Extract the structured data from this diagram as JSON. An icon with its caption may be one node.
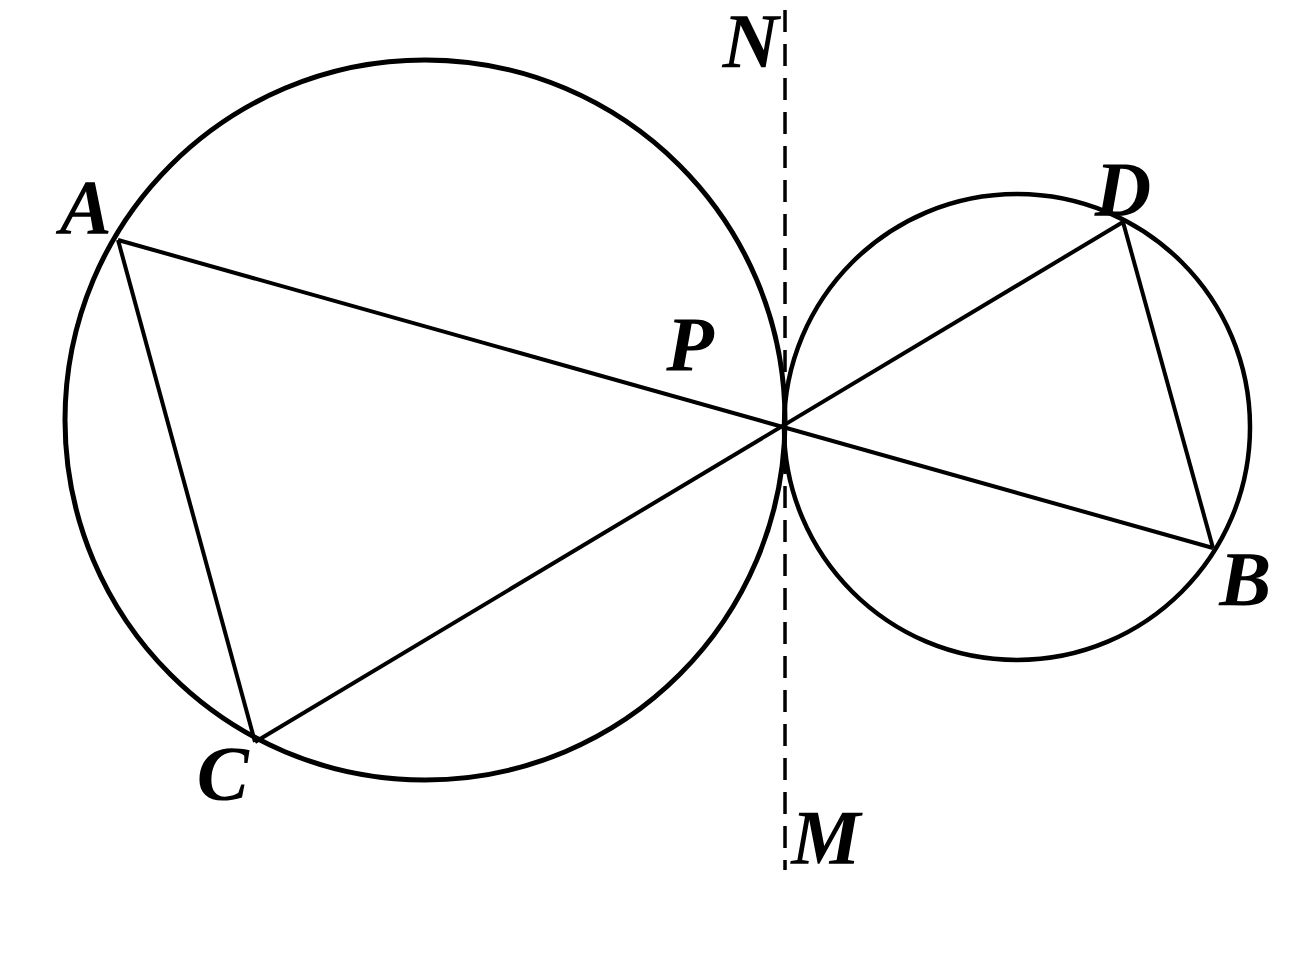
{
  "diagram": {
    "nodes": [
      {
        "text": [
          "A"
        ]
      },
      {
        "text": [
          "N"
        ]
      },
      {
        "text": [
          "D"
        ]
      },
      {
        "text": [
          "B"
        ]
      },
      {
        "text": [
          "C"
        ]
      },
      {
        "text": [
          "M"
        ]
      }
    ],
    "edges": [
      {
        "from": 0,
        "to": 3,
        "arrow": "none"
      },
      {
        "from": 4,
        "to": 2,
        "arrow": "none"
      },
      {
        "from": 0,
        "to": 4,
        "arrow": "none"
      },
      {
        "from": 2,
        "to": 3,
        "arrow": "none"
      },
      {
        "from": 1,
        "to": 5,
        "arrow": "none",
        "style": "dashed"
      }
    ],
    "labels": [
      "P"
    ]
  }
}
